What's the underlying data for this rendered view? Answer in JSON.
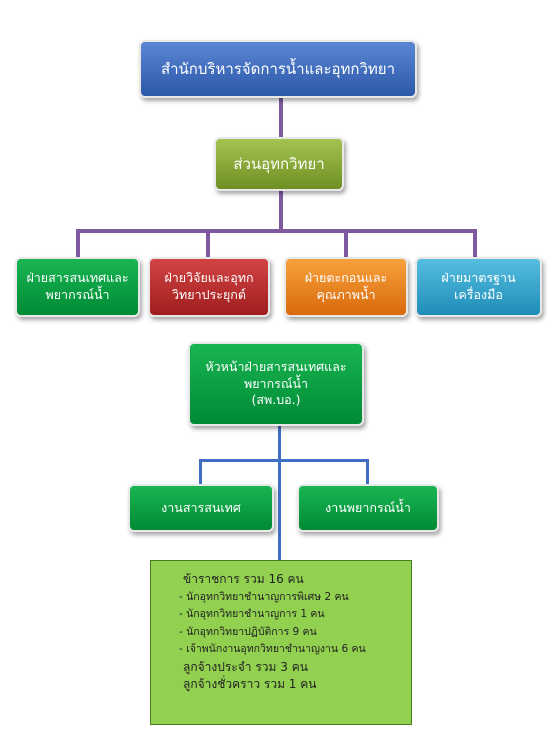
{
  "top_office": "สำนักบริหารจัดการน้ำและอุทกวิทยา",
  "division": "ส่วนอุทกวิทยา",
  "sections": [
    "ฝ่ายสารสนเทศและ\nพยากรณ์น้ำ",
    "ฝ่ายวิจัยและอุทก\nวิทยาประยุกต์",
    "ฝ่ายตะกอนและ\nคุณภาพน้ำ",
    "ฝ่ายมาตรฐาน\nเครื่องมือ"
  ],
  "head": "หัวหน้าฝ่ายสารสนเทศและ\nพยากรณ์น้ำ\n(สพ.บอ.)",
  "units": [
    "งานสารสนเทศ",
    "งานพยากรณ์น้ำ"
  ],
  "staff": {
    "civil_servants": "ข้าราชการ รวม 16 คน",
    "details": [
      "- นักอุทกวิทยาชำนาญการพิเศษ 2 คน",
      "- นักอุทกวิทยาชำนาญการ 1 คน",
      "- นักอุทกวิทยาปฏิบัติการ 9 คน",
      "- เจ้าพนักงานอุทกวิทยาชำนาญงาน 6 คน"
    ],
    "permanent": "ลูกจ้างประจำ รวม 3 คน",
    "temporary": "ลูกจ้างชั่วคราว รวม 1 คน"
  },
  "colors": {
    "connector_purple": "#7f5aa0",
    "connector_blue": "#3f6fc2",
    "top_box": "#2c58a8",
    "division_box": "#6e8f24",
    "info_box": "#008a35",
    "research_box": "#a01d1d",
    "sediment_box": "#d86a0c",
    "standard_box": "#1f8db8",
    "staff_box": "#92d050"
  }
}
